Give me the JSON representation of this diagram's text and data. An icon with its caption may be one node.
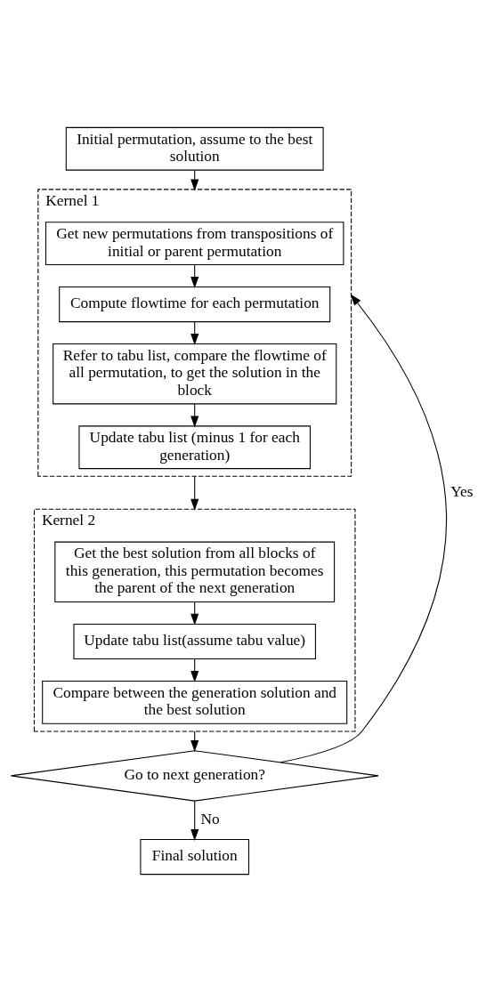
{
  "diagram": {
    "nodes": [
      {
        "text": [
          "Initial permutation, assume to the best solution"
        ]
      },
      {
        "text": [
          "Kernel 1"
        ]
      },
      {
        "text": [
          "Get new permutations from transpositions of initial or parent permutation"
        ],
        "in": 1
      },
      {
        "text": [
          "Compute flowtime for each permutation"
        ],
        "in": 1
      },
      {
        "text": [
          "Refer to tabu list, compare the flowtime of all permutation, to get the solution in the block"
        ],
        "in": 1
      },
      {
        "text": [
          "Update tabu list (minus 1 for each generation)"
        ],
        "in": 1
      },
      {
        "text": [
          "Kernel 2"
        ]
      },
      {
        "text": [
          "Get the best solution from all blocks of this generation, this permutation becomes the parent of the next generation"
        ],
        "in": 6
      },
      {
        "text": [
          "Update tabu list(assume tabu value)"
        ],
        "in": 6
      },
      {
        "text": [
          "Compare between the generation solution and the best solution"
        ],
        "in": 6
      },
      {
        "text": [
          "Go to next generation?"
        ]
      },
      {
        "text": [
          "Final solution"
        ]
      }
    ],
    "edges": [
      {
        "from": 0,
        "to": 1,
        "arrow": "to"
      },
      {
        "from": 2,
        "to": 3,
        "arrow": "to"
      },
      {
        "from": 3,
        "to": 4,
        "arrow": "to"
      },
      {
        "from": 4,
        "to": 5,
        "arrow": "to"
      },
      {
        "from": 1,
        "to": 6,
        "arrow": "to"
      },
      {
        "from": 7,
        "to": 8,
        "arrow": "to"
      },
      {
        "from": 8,
        "to": 9,
        "arrow": "to"
      },
      {
        "from": 6,
        "to": 10,
        "arrow": "to"
      },
      {
        "from": 10,
        "to": 1,
        "arrow": "to",
        "label": "Yes"
      },
      {
        "from": 10,
        "to": 11,
        "arrow": "to",
        "label": "No"
      }
    ]
  }
}
